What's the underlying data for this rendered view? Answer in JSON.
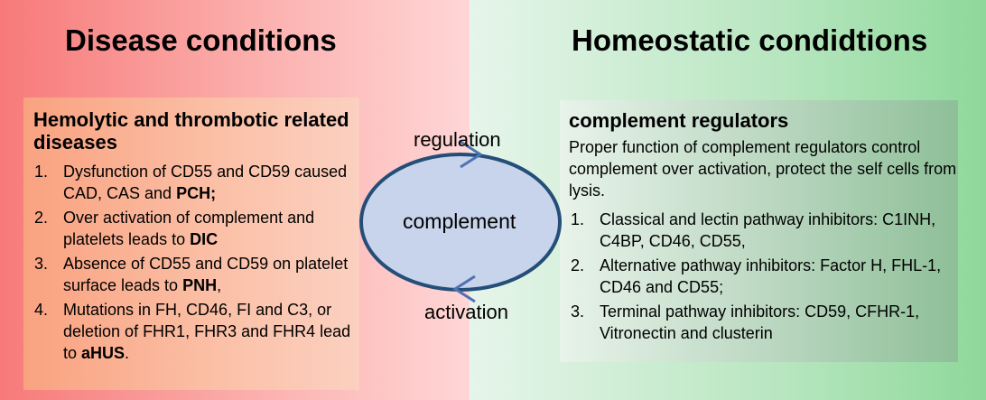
{
  "left": {
    "heading": "Disease conditions",
    "box_title": "Hemolytic and thrombotic related diseases",
    "items": [
      {
        "num": "1.",
        "text": "Dysfunction of CD55 and CD59 caused CAD, CAS and ",
        "bold": "PCH;"
      },
      {
        "num": "2.",
        "text": "Over activation of complement and platelets leads to ",
        "bold": "DIC"
      },
      {
        "num": "3.",
        "text": "Absence of CD55 and CD59 on platelet surface leads to ",
        "bold": "PNH",
        "tail": ","
      },
      {
        "num": "4.",
        "text": "Mutations in FH, CD46, FI and C3, or deletion of FHR1, FHR3 and FHR4  lead to ",
        "bold": "aHUS",
        "tail": "."
      }
    ]
  },
  "right": {
    "heading": "Homeostatic condidtions",
    "box_title": "complement regulators",
    "intro": "Proper function of complement regulators control complement over activation, protect the self cells from lysis.",
    "items": [
      {
        "num": "1.",
        "text": "Classical and lectin pathway inhibitors: C1INH, C4BP, CD46, CD55,"
      },
      {
        "num": "2.",
        "text": "Alternative pathway inhibitors: Factor H, FHL-1, CD46 and CD55;"
      },
      {
        "num": "3.",
        "text": "Terminal pathway inhibitors: CD59, CFHR-1, Vitronectin and clusterin"
      }
    ]
  },
  "cycle": {
    "top_label": "regulation",
    "center_label": "complement",
    "bottom_label": "activation",
    "ellipse_fill": "#c7d4eb",
    "ellipse_stroke": "#244e78",
    "arrow_color": "#4f72b3"
  }
}
